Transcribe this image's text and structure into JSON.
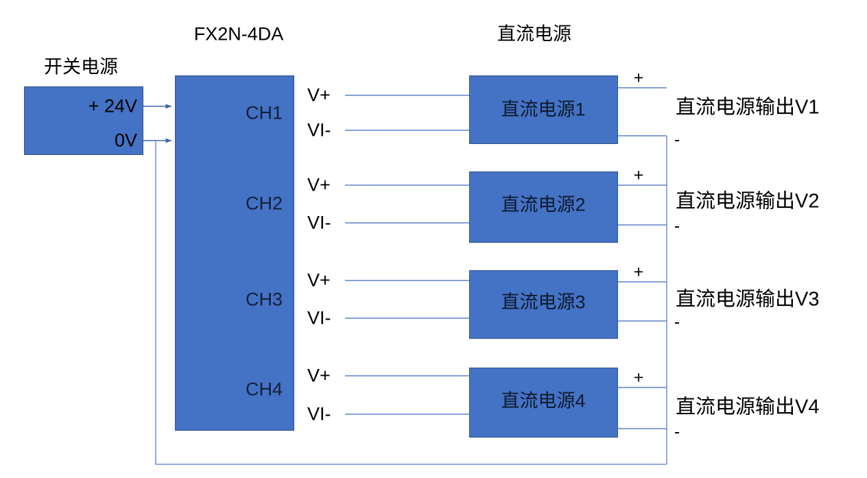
{
  "diagram": {
    "titles": {
      "switch_supply": "开关电源",
      "plc_module": "FX2N-4DA",
      "dc_supply_group": "直流电源"
    },
    "switch_supply_box": {
      "name": "switch-power-supply",
      "terminals": [
        {
          "label": "+ 24V"
        },
        {
          "label": "0V"
        }
      ]
    },
    "plc_module_box": {
      "name": "fx2n-4da-module",
      "channels": [
        {
          "label": "CH1",
          "pos_terminal": "V+",
          "neg_terminal": "VI-"
        },
        {
          "label": "CH2",
          "pos_terminal": "V+",
          "neg_terminal": "VI-"
        },
        {
          "label": "CH3",
          "pos_terminal": "V+",
          "neg_terminal": "VI-"
        },
        {
          "label": "CH4",
          "pos_terminal": "V+",
          "neg_terminal": "VI-"
        }
      ]
    },
    "dc_supplies": [
      {
        "label": "直流电源1",
        "plus": "+",
        "minus": "-",
        "output": "直流电源输出V1"
      },
      {
        "label": "直流电源2",
        "plus": "+",
        "minus": "-",
        "output": "直流电源输出V2"
      },
      {
        "label": "直流电源3",
        "plus": "+",
        "minus": "-",
        "output": "直流电源输出V3"
      },
      {
        "label": "直流电源4",
        "plus": "+",
        "minus": "-",
        "output": "直流电源输出V4"
      }
    ],
    "colors": {
      "box_fill": "#4472C4",
      "box_stroke": "#2F528F",
      "wire": "#4472C4",
      "text": "#000000",
      "background": "#FFFFFF"
    }
  }
}
